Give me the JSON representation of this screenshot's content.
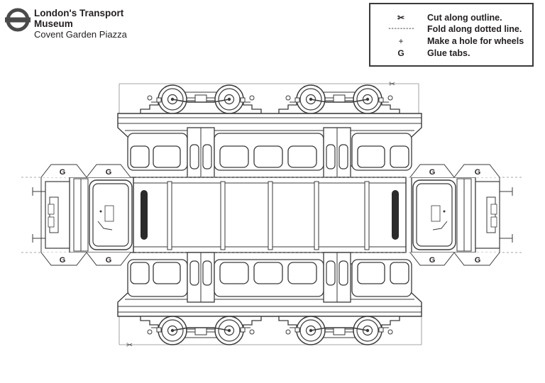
{
  "brand": {
    "line1": "London's Transport",
    "line2": "Museum",
    "line3": "Covent Garden Piazza"
  },
  "legend": {
    "items": [
      {
        "symbol": "✂",
        "icon": "scissors-icon",
        "text": "Cut along outline."
      },
      {
        "symbol": "- - - - - - - - -",
        "icon": "dashed-line-icon",
        "text": "Fold along dotted line."
      },
      {
        "symbol": "+",
        "icon": "plus-icon",
        "text": "Make a hole for wheels"
      },
      {
        "symbol": "G",
        "icon": "glue-icon",
        "text": "Glue tabs."
      }
    ]
  },
  "model": {
    "glue_tab_label": "G",
    "cut_mark": "✂"
  },
  "colors": {
    "line": "#3a3a3a",
    "logo": "#4a4a4a",
    "window_fill": "#ffffff",
    "indicator": "#2b2b2b"
  }
}
